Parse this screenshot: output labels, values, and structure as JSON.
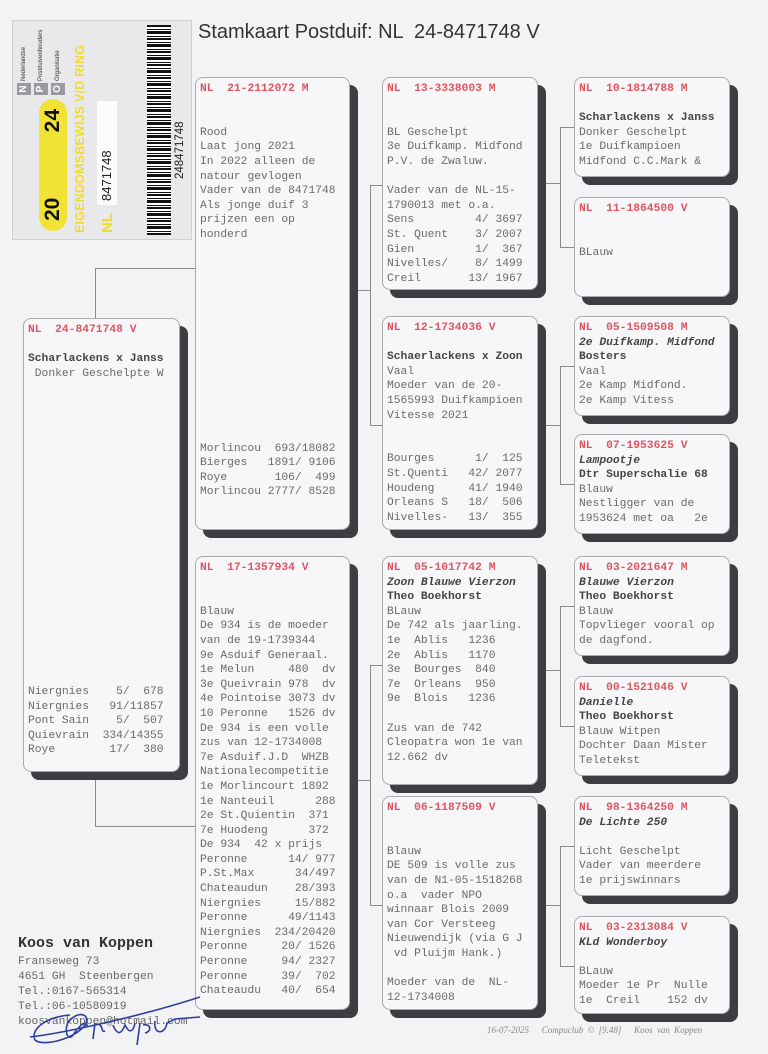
{
  "title": "Stamkaart Postduif: NL  24-8471748 V",
  "ring_card": {
    "year_left": "20",
    "year_right": "24",
    "heading": "EIGENDOMSBEWIJS V/D RING",
    "country": "NL",
    "ring_number": "8471748",
    "npo": [
      "Nederlandse",
      "Postduivenhouders",
      "Organisatie"
    ],
    "barcode_number": "248471748",
    "accent_color": "#f1e236"
  },
  "cards": [
    {
      "id": "subject",
      "header": "NL  24-8471748 V",
      "lines": [
        "",
        {
          "text": "Scharlackens x Janss",
          "style": "bold"
        },
        " Donker Geschelpte W"
      ],
      "bottom": [
        "Niergnies    5/  678",
        "Niergnies   91/11857",
        "Pont Sain    5/  507",
        "Quievrain  334/14355",
        "Roye        17/  380"
      ]
    },
    {
      "id": "sire",
      "header": "NL  21-2112072 M",
      "lines": [
        "",
        "",
        "Rood",
        "Laat jong 2021",
        "In 2022 alleen de",
        "natour gevlogen",
        "Vader van de 8471748",
        "Als jonge duif 3",
        "prijzen een op",
        "honderd"
      ],
      "bottom": [
        "Morlincou  693/18082",
        "Bierges   1891/ 9106",
        "Roye       106/  499",
        "Morlincou 2777/ 8528"
      ]
    },
    {
      "id": "dam",
      "header": "NL  17-1357934 V",
      "lines": [
        "",
        "",
        "Blauw",
        "De 934 is de moeder",
        "van de 19-1739344",
        "9e Asduif Generaal.",
        "1e Melun     480  dv",
        "3e Queivrain 978  dv",
        "4e Pointoise 3073 dv",
        "10 Peronne   1526 dv",
        "De 934 is een volle",
        "zus van 12-1734008",
        "7e Asduif.J.D  WHZB",
        "Nationalecompetitie",
        "1e Morlincourt 1892",
        "1e Nanteuil      288",
        "2e St.Quientin  371",
        "7e Huodeng      372",
        "De 934  42 x prijs",
        "Peronne      14/ 977",
        "P.St.Max      34/497",
        "Chateaudun    28/393",
        "Niergnies     15/882",
        "Peronne      49/1143",
        "Niergnies  234/20420",
        "Peronne     20/ 1526",
        "Peronne     94/ 2327",
        "Peronne     39/  702",
        "Chateaudu   40/  654"
      ]
    },
    {
      "id": "ss",
      "header": "NL  13-3338003 M",
      "lines": [
        "",
        "",
        "BL Geschelpt",
        "3e Duifkamp. Midfond",
        "P.V. de Zwaluw.",
        "",
        "Vader van de NL-15-",
        "1790013 met o.a.",
        "Sens         4/ 3697",
        "St. Quent    3/ 2007",
        "Gien         1/  367",
        "Nivelles/    8/ 1499",
        "Creil       13/ 1967"
      ]
    },
    {
      "id": "sd",
      "header": "NL  12-1734036 V",
      "lines": [
        "",
        {
          "text": "Schaerlackens x Zoon",
          "style": "bold"
        },
        "Vaal",
        "Moeder van de 20-",
        "1565993 Duifkampioen",
        "Vitesse 2021",
        "",
        "",
        "Bourges      1/  125",
        "St.Quenti   42/ 2077",
        "Houdeng     41/ 1940",
        "Orleans S   18/  506",
        "Nivelles-   13/  355"
      ]
    },
    {
      "id": "ds",
      "header": "NL  05-1017742 M",
      "lines": [
        {
          "text": "Zoon Blauwe Vierzon",
          "style": "bi"
        },
        {
          "text": "Theo Boekhorst",
          "style": "bold"
        },
        "BLauw",
        "De 742 als jaarling.",
        "1e  Ablis   1236",
        "2e  Ablis   1170",
        "3e  Bourges  840",
        "7e  Orleans  950",
        "9e  Blois   1236",
        "",
        "Zus van de 742",
        "Cleopatra won 1e van",
        "12.662 dv"
      ]
    },
    {
      "id": "dd",
      "header": "NL  06-1187509 V",
      "lines": [
        "",
        "",
        "Blauw",
        "DE 509 is volle zus",
        "van de N1-05-1518268",
        "o.a  vader NPO",
        "winnaar Blois 2009",
        "van Cor Versteeg",
        "Nieuwendijk (via G J",
        " vd Pluijm Hank.)",
        "",
        "Moeder van de  NL-",
        "12-1734008"
      ]
    },
    {
      "id": "sss",
      "header": "NL  10-1814788 M",
      "lines": [
        "",
        {
          "text": "Scharlackens x Janss",
          "style": "bold"
        },
        "Donker Geschelpt",
        "1e Duifkampioen",
        "Midfond C.C.Mark &"
      ]
    },
    {
      "id": "ssd",
      "header": "NL  11-1864500 V",
      "lines": [
        "",
        "",
        "BLauw"
      ]
    },
    {
      "id": "sds",
      "header": "NL  05-1509508 M",
      "lines": [
        {
          "text": "2e Duifkamp. Midfond",
          "style": "bi"
        },
        {
          "text": "Bosters",
          "style": "bold"
        },
        "Vaal",
        "2e Kamp Midfond.",
        "2e Kamp Vitess"
      ]
    },
    {
      "id": "sdd",
      "header": "NL  07-1953625 V",
      "lines": [
        {
          "text": "Lampootje",
          "style": "bi"
        },
        {
          "text": "Dtr Superschalie 68",
          "style": "bold"
        },
        "Blauw",
        "Nestligger van de",
        "1953624 met oa   2e"
      ]
    },
    {
      "id": "dss",
      "header": "NL  03-2021647 M",
      "lines": [
        {
          "text": "Blauwe Vierzon",
          "style": "bi"
        },
        {
          "text": "Theo Boekhorst",
          "style": "bold"
        },
        "Blauw",
        "Topvlieger vooral op",
        "de dagfond."
      ]
    },
    {
      "id": "dsd",
      "header": "NL  00-1521046 V",
      "lines": [
        {
          "text": "Danielle",
          "style": "bi"
        },
        {
          "text": "Theo Boekhorst",
          "style": "bold"
        },
        "Blauw Witpen",
        "Dochter Daan Mister",
        "Teletekst"
      ]
    },
    {
      "id": "dds",
      "header": "NL  98-1364250 M",
      "lines": [
        {
          "text": "De Lichte 250",
          "style": "bi"
        },
        "",
        "Licht Geschelpt",
        "Vader van meerdere",
        "1e prijswinnars"
      ]
    },
    {
      "id": "ddd",
      "header": "NL  03-2313084 V",
      "lines": [
        {
          "text": "KLd Wonderboy",
          "style": "bi"
        },
        "",
        "BLauw",
        "Moeder 1e Pr  Nulle",
        "1e  Creil    152 dv"
      ]
    }
  ],
  "owner": {
    "name": "Koos van Koppen",
    "lines": [
      "Franseweg 73",
      "4651 GH  Steenbergen",
      "Tel.:0167-565314",
      "Tel.:06-10580919",
      "koosvankoppen@hotmail.com"
    ]
  },
  "footer": "16-07-2025   Compuclub © [9.48]   Koos van Koppen",
  "colors": {
    "header_red": "#df5560",
    "shadow": "#3d3d42",
    "signature": "#2b3f9e"
  }
}
